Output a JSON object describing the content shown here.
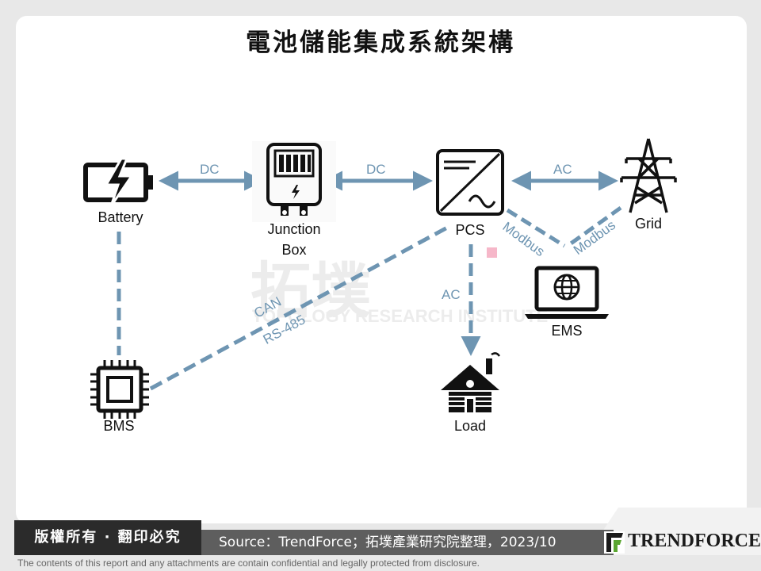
{
  "title": "電池儲能集成系統架構",
  "nodes": {
    "battery": "Battery",
    "junction_box_line1": "Junction",
    "junction_box_line2": "Box",
    "pcs": "PCS",
    "grid": "Grid",
    "ems": "EMS",
    "bms": "BMS",
    "load": "Load"
  },
  "edges": {
    "battery_junction": "DC",
    "junction_pcs": "DC",
    "pcs_grid": "AC",
    "pcs_ems": "Modbus",
    "grid_ems": "Modbus",
    "pcs_load": "AC",
    "bms_pcs_1": "CAN",
    "bms_pcs_2": "RS-485"
  },
  "icons": {
    "battery": "battery-charging-icon",
    "junction_box": "junction-box-icon",
    "pcs": "inverter-icon",
    "grid": "transmission-tower-icon",
    "ems": "laptop-globe-icon",
    "bms": "chip-icon",
    "load": "house-icon"
  },
  "colors": {
    "line": "#6e95b2",
    "icon": "#111111"
  },
  "watermark": {
    "cn": "拓墣",
    "en": "TOPOLOGY RESEARCH INSTITUTE"
  },
  "footer": {
    "copyright": "版權所有 · 翻印必究",
    "source": "Source：TrendForce；拓墣產業研究院整理，2023/10",
    "brand": "TRENDFORCE",
    "disclaimer": "The contents of this report and any attachments are contain confidential and legally protected from disclosure."
  }
}
